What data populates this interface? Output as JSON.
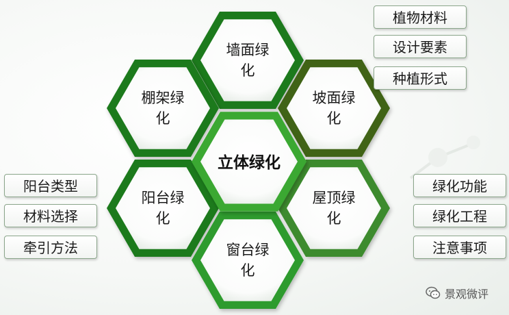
{
  "center": "立体绿化",
  "hexagons": [
    {
      "id": "qiangmian",
      "lines": [
        "墙面绿",
        "化"
      ],
      "color": "#1e7a1e"
    },
    {
      "id": "pengjia",
      "lines": [
        "棚架绿",
        "化"
      ],
      "color": "#1e7a1e"
    },
    {
      "id": "pomian",
      "lines": [
        "坡面绿",
        "化"
      ],
      "color": "#3f6412"
    },
    {
      "id": "yangtai",
      "lines": [
        "阳台绿",
        "化"
      ],
      "color": "#1e7a1e"
    },
    {
      "id": "wuding",
      "lines": [
        "屋顶绿",
        "化"
      ],
      "color": "#3d8b2e"
    },
    {
      "id": "chuangtai",
      "lines": [
        "窗台绿",
        "化"
      ],
      "color": "#2f9b2f"
    }
  ],
  "colors": {
    "center_ring": "#3aa832",
    "hex_fill": "#ffffff",
    "box_border": "#8aa58a"
  },
  "boxes_top_right": [
    "植物材料",
    "设计要素",
    "种植形式"
  ],
  "boxes_left": [
    "阳台类型",
    "材料选择",
    "牵引方法"
  ],
  "boxes_right": [
    "绿化功能",
    "绿化工程",
    "注意事项"
  ],
  "watermark": {
    "icon": "wechat-icon",
    "text": "景观微评"
  }
}
